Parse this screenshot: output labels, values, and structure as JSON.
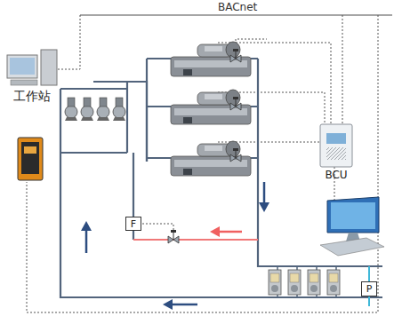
{
  "diagram": {
    "nodes": [
      {
        "text": [
          "工作站"
        ]
      },
      {
        "text": [
          "BCU"
        ]
      },
      {
        "text": [
          "F"
        ]
      },
      {
        "text": [
          "P"
        ]
      }
    ],
    "labels": [
      "BACnet"
    ]
  }
}
